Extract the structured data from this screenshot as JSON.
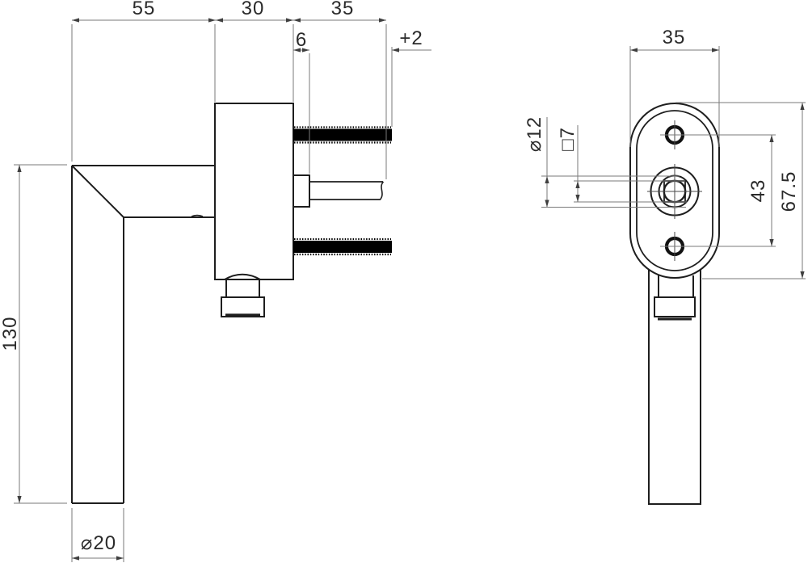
{
  "labels": {
    "arm_length": "55",
    "body_depth": "30",
    "screw_length": "35",
    "spindle_offset": "6",
    "screw_extra": "+2",
    "handle_height": "130",
    "grip_diameter": "⌀20",
    "rosette_width": "35",
    "bore_diameter": "⌀12",
    "spindle_square": "□7",
    "hole_distance": "43",
    "rosette_height": "67.5"
  },
  "colors": {
    "outline": "#1e1e1e",
    "dimension_line": "#7a7a7a",
    "arrow": "#3f3f3f",
    "text": "#2a2a2a",
    "screw": "#000000",
    "background": "#ffffff"
  }
}
